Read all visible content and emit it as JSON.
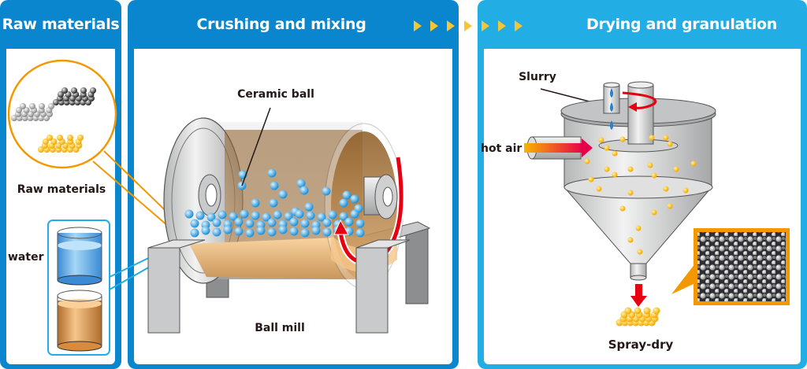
{
  "panels": [
    {
      "title": "Raw materials",
      "color": "#0a86cf"
    },
    {
      "title": "Crushing and mixing",
      "color": "#0a86cf"
    },
    {
      "title": "Drying and granulation",
      "color": "#22aee4"
    }
  ],
  "flow_arrows": {
    "count": 7,
    "color": "#f6c632",
    "icon": "chevron-right-icon"
  },
  "raw_materials": {
    "magnifier_label": "Raw materials",
    "water_label": "water",
    "accent_orange": "#f39800",
    "accent_blue": "#22aee4"
  },
  "crushing": {
    "ceramic_ball_label": "Ceramic ball",
    "ball_mill_label": "Ball mill",
    "rotation_arrow_color": "#e60012"
  },
  "drying": {
    "slurry_label": "Slurry",
    "hot_air_label": "hot air",
    "spray_dry_label": "Spray-dry",
    "granule_color": "#f5b400"
  }
}
